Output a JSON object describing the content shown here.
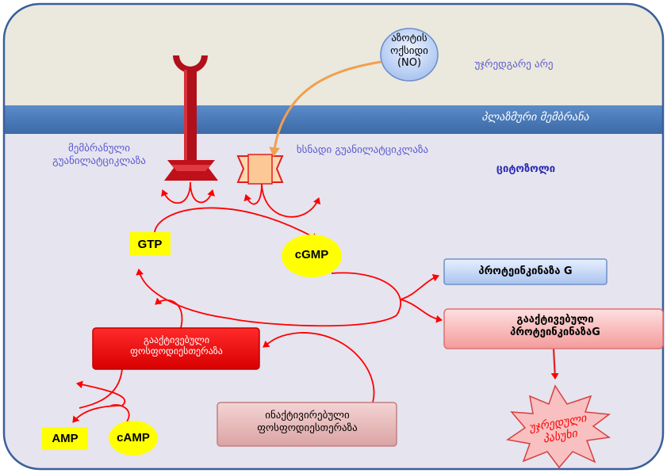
{
  "labels": {
    "no_molecule": "აზოტის ოქსიდი (NO)",
    "extracellular": "უჯრედგარე არე",
    "membrane": "პლაზმური მემბრანა",
    "membrane_guanylate_cyclase": "მემბრანული გუანილატციკლაზა",
    "soluble_guanylate_cyclase": "ხსნადი გუანილატციკლაზა",
    "cytosol": "ციტოზოლი",
    "gtp": "GTP",
    "cgmp": "cGMP",
    "protein_kinase_g": "პროტეინკინაზა G",
    "activated_protein_kinase_g": "გააქტივებული პროტეინკინაზაG",
    "activated_pde": "გააქტივებული ფოსფოდიესთერაზა",
    "inactivated_pde": "ინაქტივირებული ფოსფოდიესთერაზა",
    "amp": "AMP",
    "camp": "cAMP",
    "cell_response": "უჯრედული პასუხი"
  },
  "colors": {
    "extracellular_bg": "#ebe8dd",
    "cytosol_bg": "#e6e4ef",
    "membrane": "#4a7ab8",
    "border": "#3a5f9a",
    "arrow_red": "#ff0000",
    "arrow_orange": "#f0a050",
    "receptor_red": "#b0101a",
    "yellow": "#ffff00"
  }
}
